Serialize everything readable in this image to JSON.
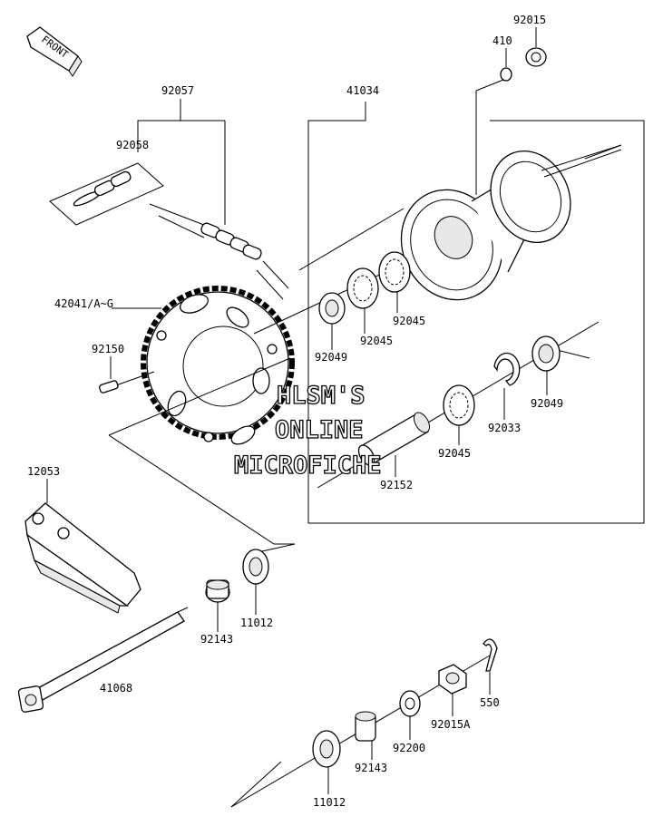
{
  "front_tag": "FRONT",
  "watermark": {
    "line1": "HLSM'S",
    "line2": "ONLINE",
    "line3": "MICROFICHE"
  },
  "labels": {
    "p92015": "92015",
    "p410": "410",
    "p41034": "41034",
    "p92057": "92057",
    "p92058": "92058",
    "p42041": "42041/A~G",
    "p92150": "92150",
    "p92049a": "92049",
    "p92045a": "92045",
    "p92045b": "92045",
    "p92049b": "92049",
    "p92033": "92033",
    "p92045c": "92045",
    "p92152": "92152",
    "p12053": "12053",
    "p92143a": "92143",
    "p11012a": "11012",
    "p41068": "41068",
    "p550": "550",
    "p92015a": "92015A",
    "p92200": "92200",
    "p92143b": "92143",
    "p11012b": "11012"
  }
}
